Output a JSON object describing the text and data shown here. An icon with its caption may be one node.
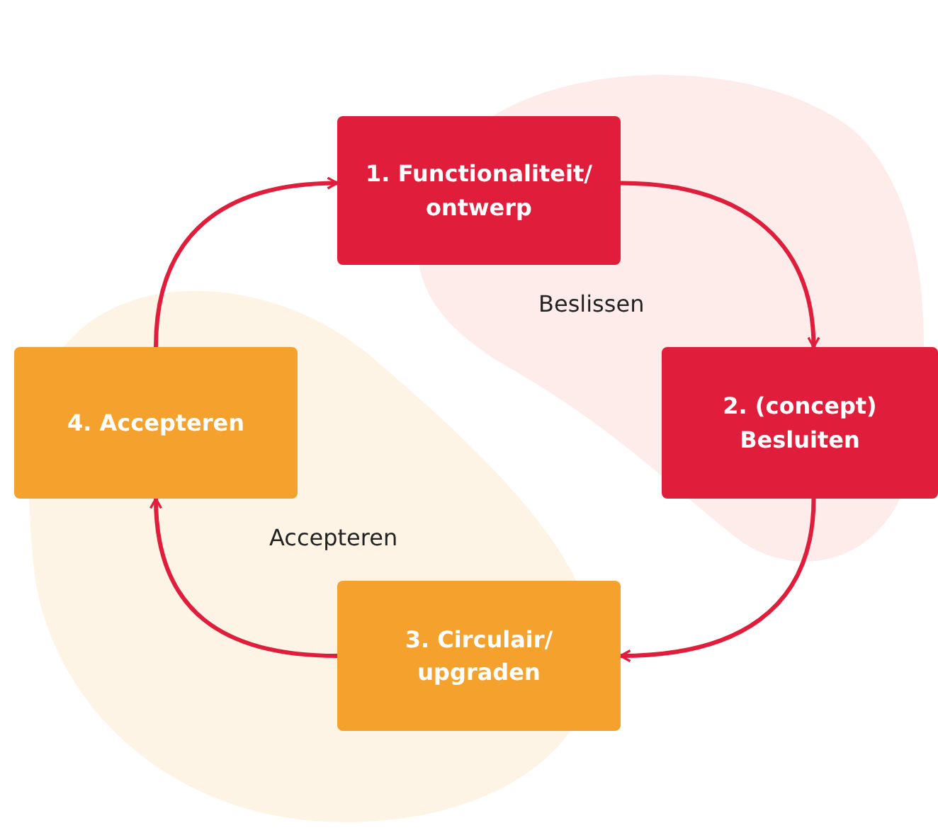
{
  "diagram": {
    "nodes": [
      {
        "text": [
          "1. Functionaliteit/ ontwerp"
        ]
      },
      {
        "text": [
          "2. (concept) Besluiten"
        ]
      },
      {
        "text": [
          "3. Circulair/ upgraden"
        ]
      },
      {
        "text": [
          "4. Accepteren"
        ]
      }
    ],
    "edges": [
      {
        "from": 0,
        "to": 1,
        "arrow": "to"
      },
      {
        "from": 1,
        "to": 2,
        "arrow": "to"
      },
      {
        "from": 2,
        "to": 3,
        "arrow": "to"
      },
      {
        "from": 3,
        "to": 0,
        "arrow": "to"
      }
    ],
    "labels": [
      "Beslissen",
      "Accepteren"
    ]
  }
}
